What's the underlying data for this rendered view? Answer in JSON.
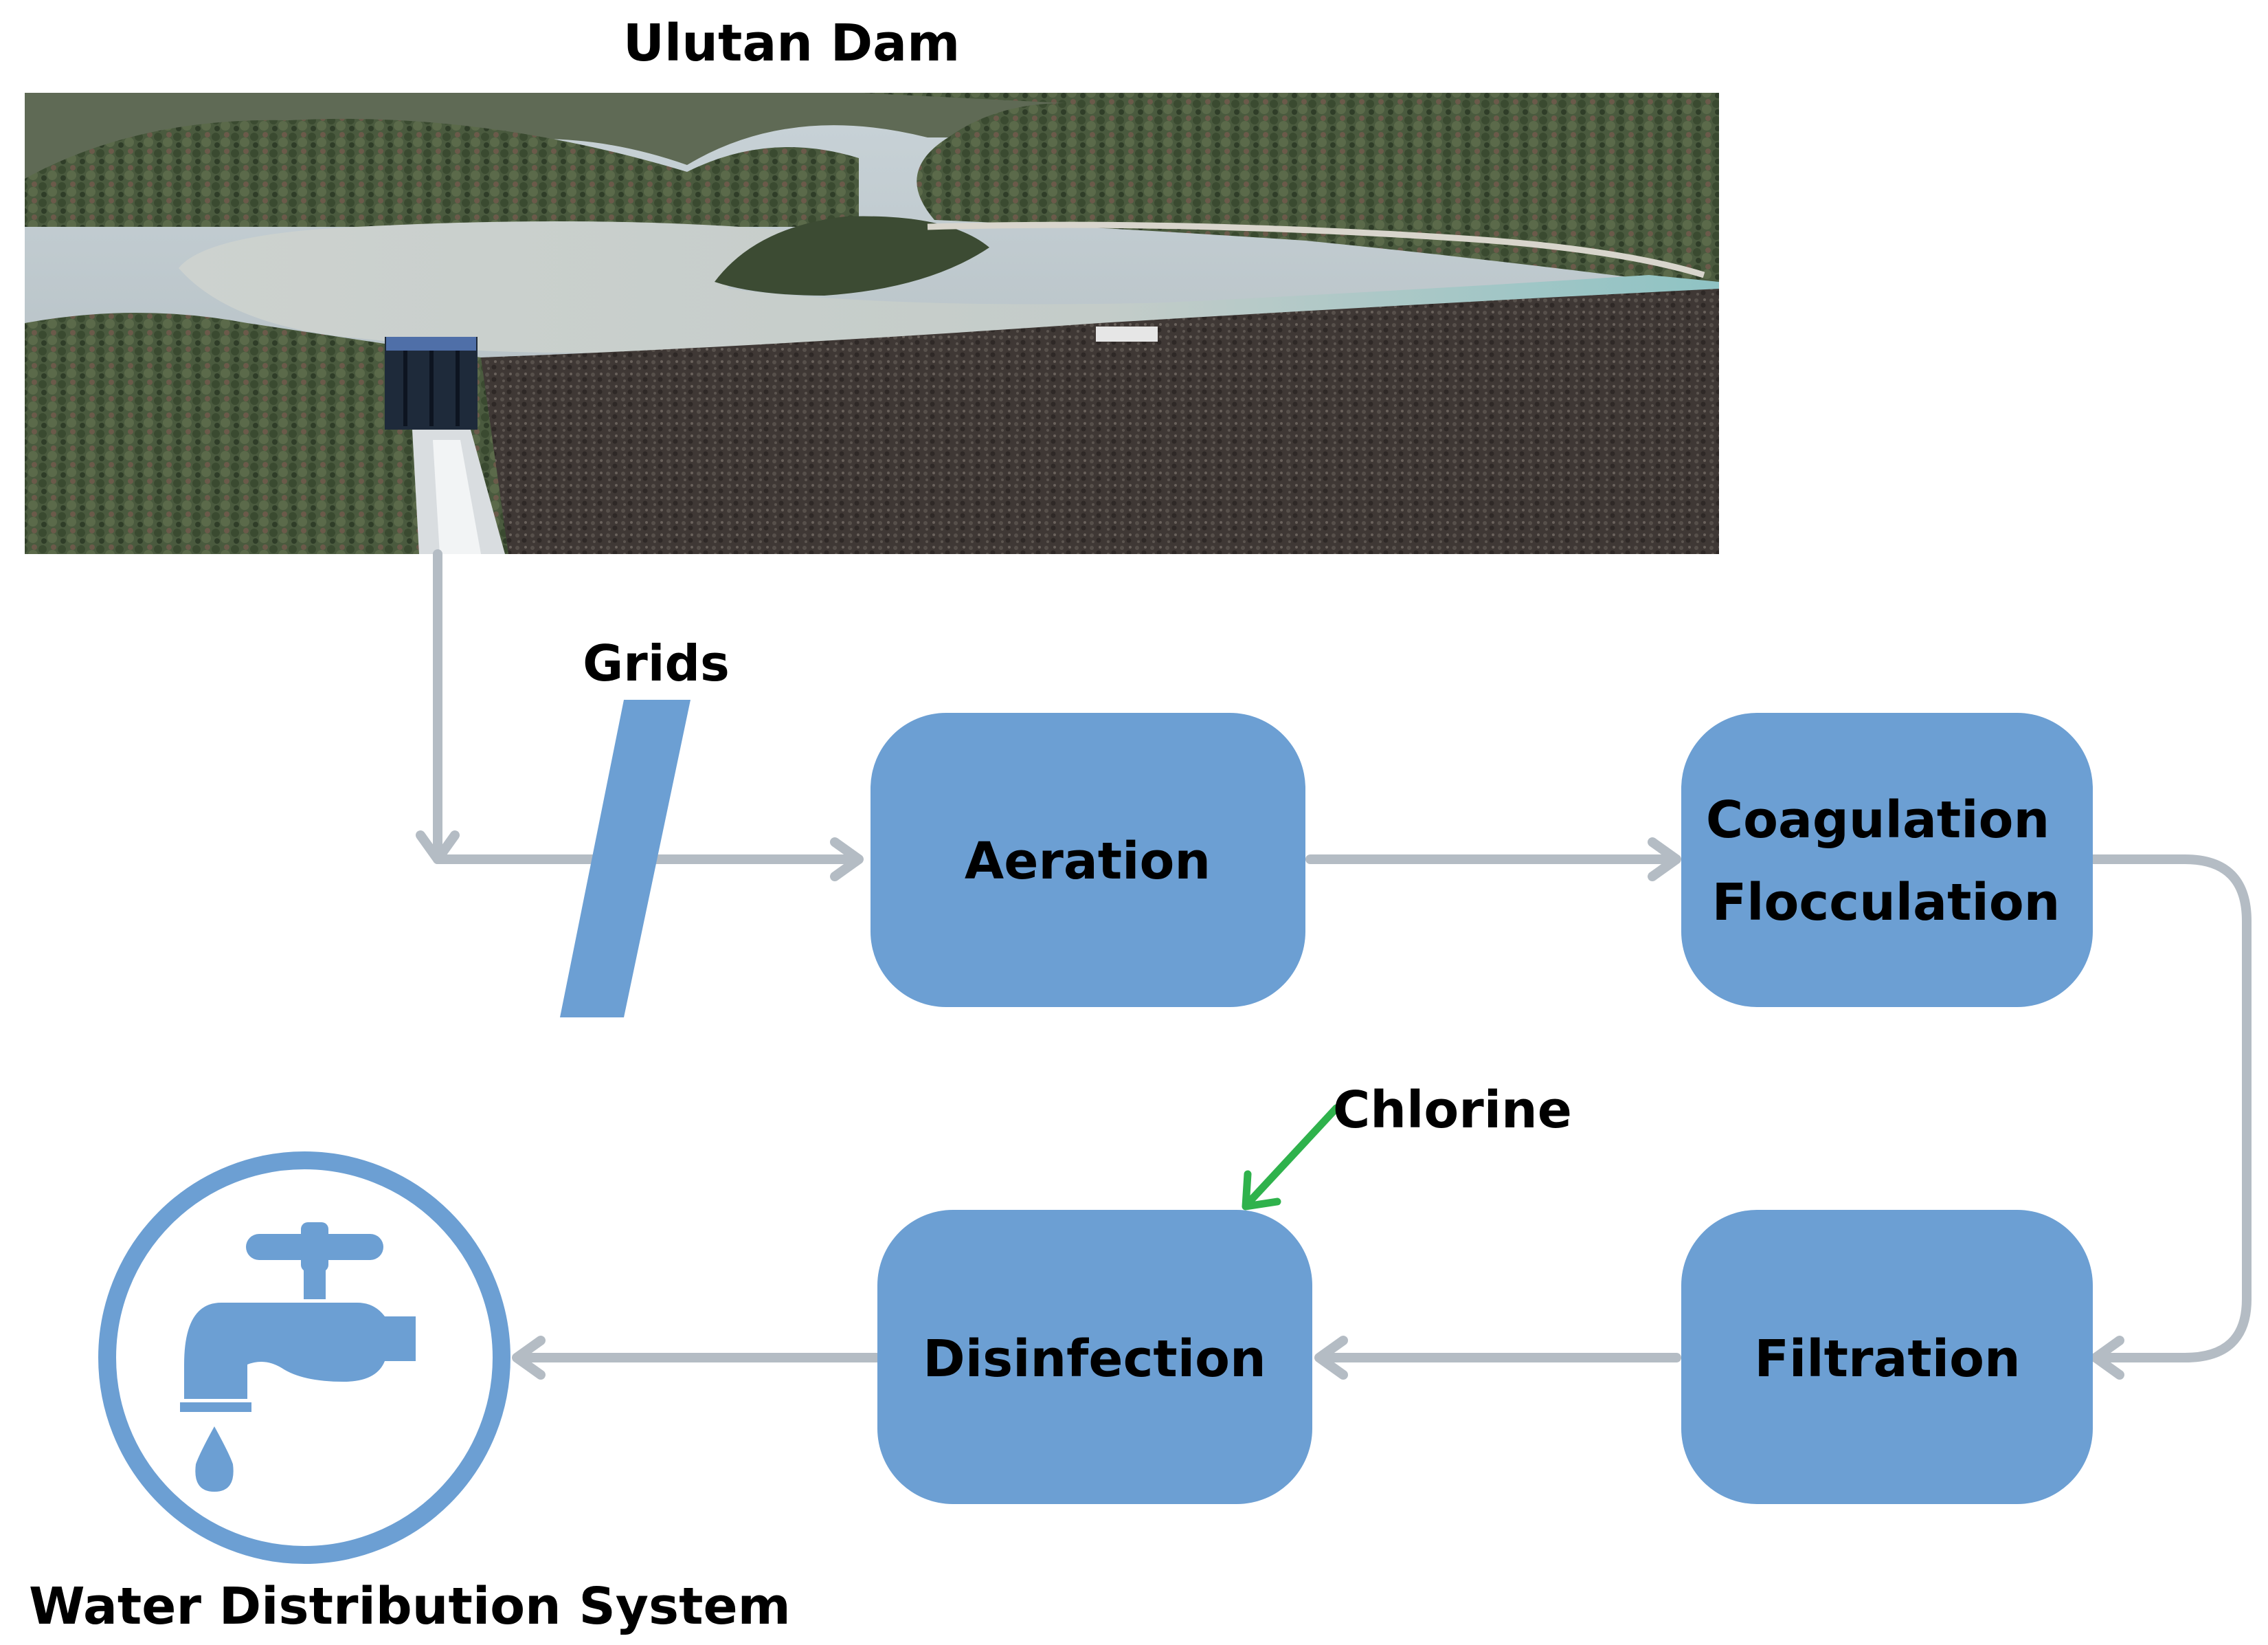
{
  "title": "Ulutan Dam",
  "steps": {
    "grids": "Grids",
    "aeration": "Aeration",
    "coagulation": "Coagulation",
    "flocculation": "Flocculation",
    "filtration": "Filtration",
    "disinfection": "Disinfection"
  },
  "chlorine_label": "Chlorine",
  "distribution_label": "Water Distribution System",
  "icons": {
    "dam_photo": "dam-reservoir-photo",
    "tap": "water-tap-icon"
  },
  "colors": {
    "box_fill": "#6c9fd3",
    "arrow": "#b4bcc4",
    "chlorine_arrow": "#2fb24c",
    "text": "#000000"
  }
}
